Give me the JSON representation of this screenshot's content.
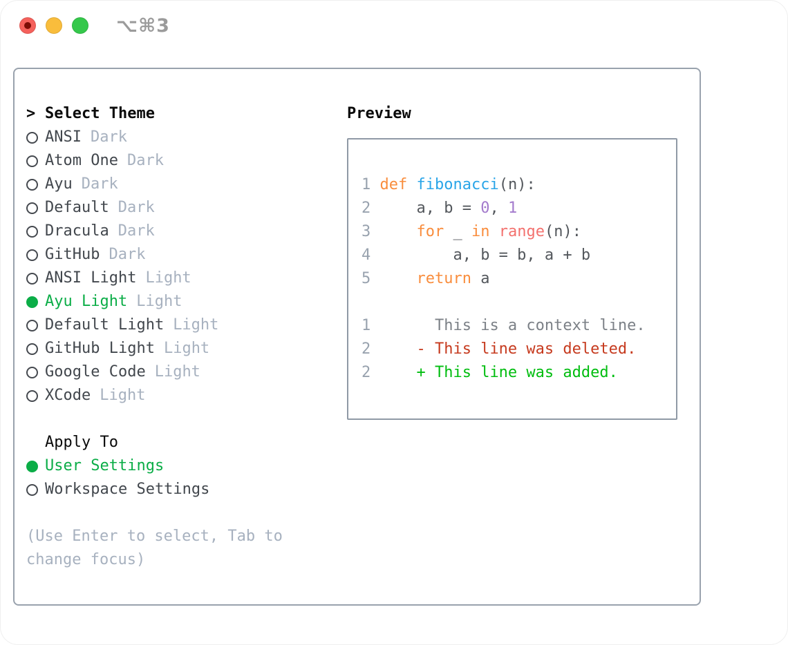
{
  "window": {
    "shortcut_label": "⌥⌘3"
  },
  "theme_panel": {
    "title_prefix": ">",
    "title": "Select Theme",
    "items": [
      {
        "name": "ANSI",
        "badge": "Dark",
        "selected": false
      },
      {
        "name": "Atom One",
        "badge": "Dark",
        "selected": false
      },
      {
        "name": "Ayu",
        "badge": "Dark",
        "selected": false
      },
      {
        "name": "Default",
        "badge": "Dark",
        "selected": false
      },
      {
        "name": "Dracula",
        "badge": "Dark",
        "selected": false
      },
      {
        "name": "GitHub",
        "badge": "Dark",
        "selected": false
      },
      {
        "name": "ANSI Light",
        "badge": "Light",
        "selected": false
      },
      {
        "name": "Ayu Light",
        "badge": "Light",
        "selected": true
      },
      {
        "name": "Default Light",
        "badge": "Light",
        "selected": false
      },
      {
        "name": "GitHub Light",
        "badge": "Light",
        "selected": false
      },
      {
        "name": "Google Code",
        "badge": "Light",
        "selected": false
      },
      {
        "name": "XCode",
        "badge": "Light",
        "selected": false
      }
    ],
    "apply_to": {
      "title": "Apply To",
      "options": [
        {
          "label": "User Settings",
          "selected": true
        },
        {
          "label": "Workspace Settings",
          "selected": false
        }
      ]
    },
    "hint": "(Use Enter to select, Tab to change focus)"
  },
  "preview": {
    "title": "Preview",
    "code_lines": [
      {
        "num": "1",
        "tokens": [
          {
            "text": "1 ",
            "type": "gutter"
          },
          {
            "text": "def",
            "type": "keyword"
          },
          {
            "text": " ",
            "type": "plain"
          },
          {
            "text": "fibonacci",
            "type": "function"
          },
          {
            "text": "(n):",
            "type": "plain"
          }
        ]
      },
      {
        "num": "2",
        "tokens": [
          {
            "text": "2 ",
            "type": "gutter"
          },
          {
            "text": "    a, b = ",
            "type": "plain"
          },
          {
            "text": "0",
            "type": "number"
          },
          {
            "text": ", ",
            "type": "plain"
          },
          {
            "text": "1",
            "type": "number"
          }
        ]
      },
      {
        "num": "3",
        "tokens": [
          {
            "text": "3 ",
            "type": "gutter"
          },
          {
            "text": "    ",
            "type": "plain"
          },
          {
            "text": "for",
            "type": "keyword"
          },
          {
            "text": " _ ",
            "type": "plain"
          },
          {
            "text": "in",
            "type": "keyword"
          },
          {
            "text": " ",
            "type": "plain"
          },
          {
            "text": "range",
            "type": "builtin"
          },
          {
            "text": "(n):",
            "type": "plain"
          }
        ]
      },
      {
        "num": "4",
        "tokens": [
          {
            "text": "4 ",
            "type": "gutter"
          },
          {
            "text": "        a, b = b, a + b",
            "type": "plain"
          }
        ]
      },
      {
        "num": "5",
        "tokens": [
          {
            "text": "5 ",
            "type": "gutter"
          },
          {
            "text": "    ",
            "type": "plain"
          },
          {
            "text": "return",
            "type": "keyword"
          },
          {
            "text": " a",
            "type": "plain"
          }
        ]
      },
      {
        "num": "",
        "tokens": []
      },
      {
        "num": "1",
        "tokens": [
          {
            "text": "1 ",
            "type": "gutter"
          },
          {
            "text": "      This is a context line.",
            "type": "context"
          }
        ]
      },
      {
        "num": "2",
        "tokens": [
          {
            "text": "2 ",
            "type": "gutter"
          },
          {
            "text": "    - This line was deleted.",
            "type": "deleted"
          }
        ]
      },
      {
        "num": "2",
        "tokens": [
          {
            "text": "2 ",
            "type": "gutter"
          },
          {
            "text": "    + This line was added.",
            "type": "added"
          }
        ]
      }
    ]
  },
  "colors": {
    "accent_green": "#0bad47",
    "item_text": "#42474d",
    "muted": "#a7b1bf",
    "panel_border": "#99a2ad",
    "preview_border": "#8f99a5",
    "traffic_red": "#f5615c",
    "traffic_red_dot": "#7d0d06",
    "traffic_yellow": "#f9bd3c",
    "traffic_green": "#35c84b",
    "titlebar_label": "#9b9b9b"
  },
  "code_colors": {
    "gutter": "#98a2ae",
    "plain": "#53575c",
    "keyword": "#f98d3d",
    "function": "#2aa5e8",
    "number": "#a37acc",
    "builtin": "#f3716e",
    "context": "#7c8187",
    "deleted": "#c63a1e",
    "added": "#00bd0f"
  }
}
